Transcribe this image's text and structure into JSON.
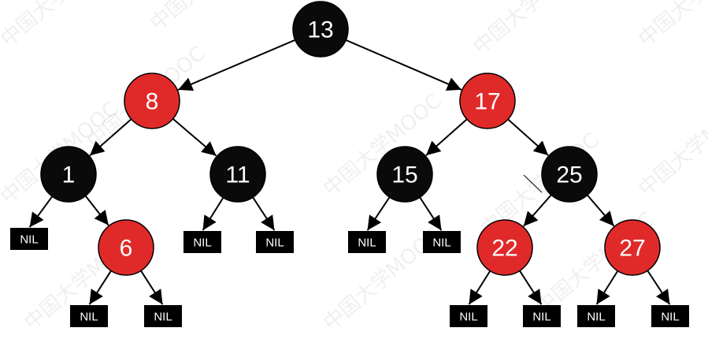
{
  "colors": {
    "black_node": "#0a0a0a",
    "red_node": "#e02a2a",
    "edge": "#000000",
    "nil_box": "#000000",
    "text": "#ffffff"
  },
  "tree": {
    "nodes": [
      {
        "id": "n13",
        "label": "13",
        "color": "black"
      },
      {
        "id": "n8",
        "label": "8",
        "color": "red"
      },
      {
        "id": "n17",
        "label": "17",
        "color": "red"
      },
      {
        "id": "n1",
        "label": "1",
        "color": "black"
      },
      {
        "id": "n11",
        "label": "11",
        "color": "black"
      },
      {
        "id": "n15",
        "label": "15",
        "color": "black"
      },
      {
        "id": "n25",
        "label": "25",
        "color": "black"
      },
      {
        "id": "n6",
        "label": "6",
        "color": "red"
      },
      {
        "id": "n22",
        "label": "22",
        "color": "red"
      },
      {
        "id": "n27",
        "label": "27",
        "color": "red"
      }
    ],
    "nil_label": "NIL",
    "nils": [
      {
        "id": "nil1"
      },
      {
        "id": "nil2"
      },
      {
        "id": "nil3"
      },
      {
        "id": "nil4"
      },
      {
        "id": "nil5"
      },
      {
        "id": "nil6"
      },
      {
        "id": "nil7"
      },
      {
        "id": "nil8"
      },
      {
        "id": "nil9"
      },
      {
        "id": "nil10"
      },
      {
        "id": "nil11"
      }
    ],
    "edges": [
      [
        "n13",
        "n8"
      ],
      [
        "n13",
        "n17"
      ],
      [
        "n8",
        "n1"
      ],
      [
        "n8",
        "n11"
      ],
      [
        "n17",
        "n15"
      ],
      [
        "n17",
        "n25"
      ],
      [
        "n1",
        "nil1"
      ],
      [
        "n1",
        "n6"
      ],
      [
        "n11",
        "nil2"
      ],
      [
        "n11",
        "nil3"
      ],
      [
        "n15",
        "nil4"
      ],
      [
        "n15",
        "nil5"
      ],
      [
        "n25",
        "n22"
      ],
      [
        "n25",
        "n27"
      ],
      [
        "n6",
        "nil6"
      ],
      [
        "n6",
        "nil7"
      ],
      [
        "n22",
        "nil8"
      ],
      [
        "n22",
        "nil9"
      ],
      [
        "n27",
        "nil10"
      ],
      [
        "n27",
        "nil11"
      ]
    ]
  },
  "watermark": "中国大学MOOC"
}
